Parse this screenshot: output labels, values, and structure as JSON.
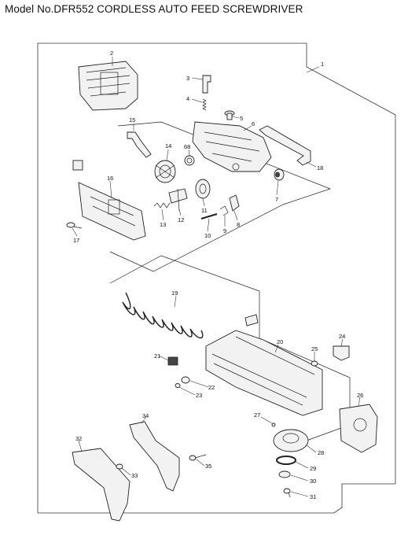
{
  "title": "Model No.DFR552 CORDLESS AUTO FEED SCREWDRIVER",
  "parts": [
    {
      "id": "p1",
      "label": "1"
    },
    {
      "id": "p2",
      "label": "2"
    },
    {
      "id": "p3",
      "label": "3"
    },
    {
      "id": "p4",
      "label": "4"
    },
    {
      "id": "p5",
      "label": "5"
    },
    {
      "id": "p6",
      "label": "6"
    },
    {
      "id": "p7",
      "label": "7"
    },
    {
      "id": "p8",
      "label": "8"
    },
    {
      "id": "p9",
      "label": "9"
    },
    {
      "id": "p10",
      "label": "10"
    },
    {
      "id": "p11",
      "label": "11"
    },
    {
      "id": "p12",
      "label": "12"
    },
    {
      "id": "p13",
      "label": "13"
    },
    {
      "id": "p14",
      "label": "14"
    },
    {
      "id": "p15",
      "label": "15"
    },
    {
      "id": "p16",
      "label": "16"
    },
    {
      "id": "p17",
      "label": "17"
    },
    {
      "id": "p18",
      "label": "18"
    },
    {
      "id": "p19",
      "label": "19"
    },
    {
      "id": "p20",
      "label": "20"
    },
    {
      "id": "p21",
      "label": "21"
    },
    {
      "id": "p22",
      "label": "22"
    },
    {
      "id": "p23",
      "label": "23"
    },
    {
      "id": "p24",
      "label": "24"
    },
    {
      "id": "p25",
      "label": "25"
    },
    {
      "id": "p26",
      "label": "26"
    },
    {
      "id": "p27",
      "label": "27"
    },
    {
      "id": "p28",
      "label": "28"
    },
    {
      "id": "p29",
      "label": "29"
    },
    {
      "id": "p30",
      "label": "30"
    },
    {
      "id": "p31",
      "label": "31"
    },
    {
      "id": "p32",
      "label": "32"
    },
    {
      "id": "p33",
      "label": "33"
    },
    {
      "id": "p34",
      "label": "34"
    },
    {
      "id": "p35",
      "label": "35"
    },
    {
      "id": "p68",
      "label": "68"
    }
  ]
}
